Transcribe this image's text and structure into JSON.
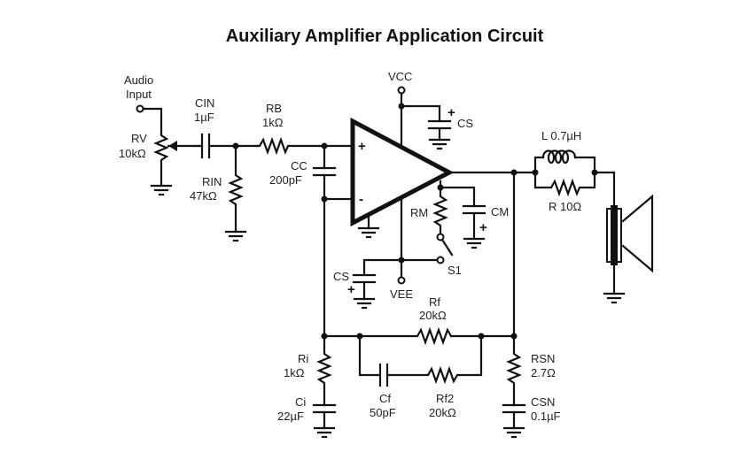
{
  "title": "Auxiliary Amplifier Application Circuit",
  "labels": {
    "audio_input_1": "Audio",
    "audio_input_2": "Input",
    "rv_name": "RV",
    "rv_value": "10kΩ",
    "cin_name": "CIN",
    "cin_value": "1µF",
    "rb_name": "RB",
    "rb_value": "1kΩ",
    "rin_name": "RIN",
    "rin_value": "47kΩ",
    "cc_name": "CC",
    "cc_value": "200pF",
    "vcc": "VCC",
    "cs_top": "CS",
    "cs_bottom": "CS",
    "vee": "VEE",
    "rm": "RM",
    "cm": "CM",
    "s1": "S1",
    "rf_name": "Rf",
    "rf_value": "20kΩ",
    "ri_name": "Ri",
    "ri_value": "1kΩ",
    "ci_name": "Ci",
    "ci_value": "22µF",
    "cf_name": "Cf",
    "cf_value": "50pF",
    "rf2_name": "Rf2",
    "rf2_value": "20kΩ",
    "rsn_name": "RSN",
    "rsn_value": "2.7Ω",
    "csn_name": "CSN",
    "csn_value": "0.1µF",
    "l_label": "L 0.7µH",
    "r_label": "R 10Ω",
    "plus": "+",
    "minus": "-"
  }
}
